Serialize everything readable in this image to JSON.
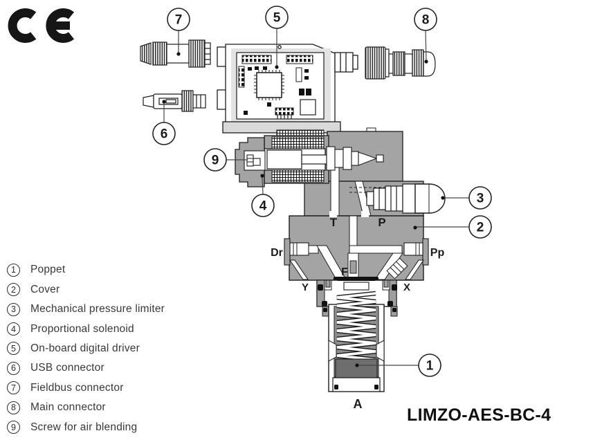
{
  "branding": {
    "ce_mark": "CE"
  },
  "title": "LIMZO-AES-BC-4",
  "legend": [
    {
      "num": "1",
      "label": "Poppet"
    },
    {
      "num": "2",
      "label": "Cover"
    },
    {
      "num": "3",
      "label": "Mechanical pressure limiter"
    },
    {
      "num": "4",
      "label": "Proportional solenoid"
    },
    {
      "num": "5",
      "label": "On-board digital driver"
    },
    {
      "num": "6",
      "label": "USB connector"
    },
    {
      "num": "7",
      "label": "Fieldbus connector"
    },
    {
      "num": "8",
      "label": "Main connector"
    },
    {
      "num": "9",
      "label": "Screw for air blending"
    }
  ],
  "callouts": {
    "c1": "1",
    "c2": "2",
    "c3": "3",
    "c4": "4",
    "c5": "5",
    "c6": "6",
    "c7": "7",
    "c8": "8",
    "c9": "9"
  },
  "ports": {
    "t": "T",
    "p": "P",
    "dr": "Dr",
    "pp": "Pp",
    "f": "F",
    "y": "Y",
    "x": "X",
    "a": "A"
  },
  "colors": {
    "body_gray": "#a4a4a4",
    "inner_gray": "#8e8e8e",
    "poppet_gray": "#6e6e6e",
    "tray_gray": "#d9d9d9",
    "line": "#1c1c1c"
  }
}
